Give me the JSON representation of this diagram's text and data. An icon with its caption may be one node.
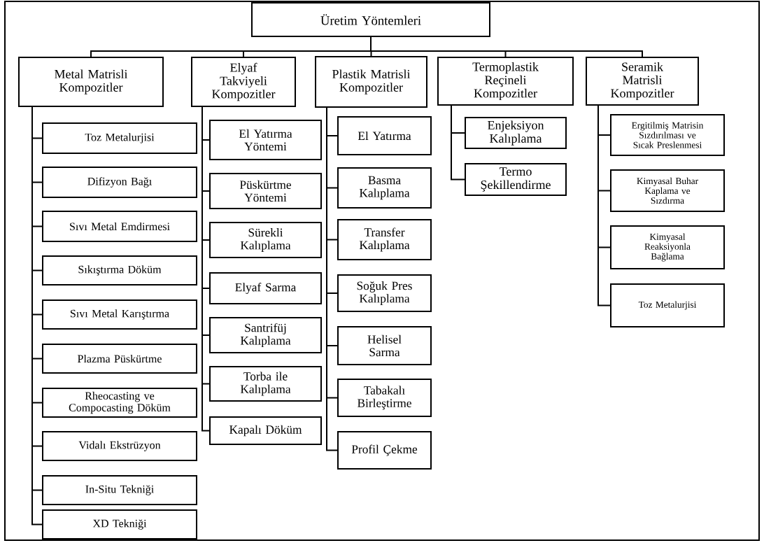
{
  "diagram": {
    "nodes": [
      {
        "text": [
          "Üretim Yöntemleri"
        ]
      },
      {
        "text": [
          "Metal Matrisli Kompozitler"
        ]
      },
      {
        "text": [
          "Elyaf Takviyeli Kompozitler"
        ]
      },
      {
        "text": [
          "Plastik Matrisli Kompozitler"
        ]
      },
      {
        "text": [
          "Termoplastik Reçineli Kompozitler"
        ]
      },
      {
        "text": [
          "Seramik Matrisli Kompozitler"
        ]
      },
      {
        "text": [
          "Toz Metalurjisi"
        ]
      },
      {
        "text": [
          "Difizyon Bağı"
        ]
      },
      {
        "text": [
          "Sıvı Metal Emdirmesi"
        ]
      },
      {
        "text": [
          "Sıkıştırma Döküm"
        ]
      },
      {
        "text": [
          "Sıvı Metal Karıştırma"
        ]
      },
      {
        "text": [
          "Plazma Püskürtme"
        ]
      },
      {
        "text": [
          "Rheocasting ve Compocasting Döküm"
        ]
      },
      {
        "text": [
          "Vidalı Ekstrüzyon"
        ]
      },
      {
        "text": [
          "In-Situ Tekniği"
        ]
      },
      {
        "text": [
          "XD Tekniği"
        ]
      },
      {
        "text": [
          "El Yatırma Yöntemi"
        ]
      },
      {
        "text": [
          "Püskürtme Yöntemi"
        ]
      },
      {
        "text": [
          "Sürekli Kalıplama"
        ]
      },
      {
        "text": [
          "Elyaf Sarma"
        ]
      },
      {
        "text": [
          "Santrifüj Kalıplama"
        ]
      },
      {
        "text": [
          "Torba ile Kalıplama"
        ]
      },
      {
        "text": [
          "Kapalı Döküm"
        ]
      },
      {
        "text": [
          "El Yatırma"
        ]
      },
      {
        "text": [
          "Basma Kalıplama"
        ]
      },
      {
        "text": [
          "Transfer Kalıplama"
        ]
      },
      {
        "text": [
          "Soğuk Pres Kalıplama"
        ]
      },
      {
        "text": [
          "Helisel Sarma"
        ]
      },
      {
        "text": [
          "Tabakalı Birleştirme"
        ]
      },
      {
        "text": [
          "Profil Çekme"
        ]
      },
      {
        "text": [
          "Enjeksiyon Kalıplama"
        ]
      },
      {
        "text": [
          "Termo Şekillendirme"
        ]
      },
      {
        "text": [
          "Ergitilmiş Matrisin Sızdırılması ve Sıcak Preslenmesi"
        ]
      },
      {
        "text": [
          "Kimyasal Buhar Kaplama ve Sızdırma"
        ]
      },
      {
        "text": [
          "Kimyasal Reaksiyonla Bağlama"
        ]
      },
      {
        "text": [
          "Toz Metalurjisi"
        ]
      }
    ],
    "edges": [
      {
        "from": 0,
        "to": 1,
        "arrow": "none"
      },
      {
        "from": 0,
        "to": 2,
        "arrow": "none"
      },
      {
        "from": 0,
        "to": 3,
        "arrow": "none"
      },
      {
        "from": 0,
        "to": 4,
        "arrow": "none"
      },
      {
        "from": 0,
        "to": 5,
        "arrow": "none"
      },
      {
        "from": 1,
        "to": 6,
        "arrow": "none"
      },
      {
        "from": 1,
        "to": 7,
        "arrow": "none"
      },
      {
        "from": 1,
        "to": 8,
        "arrow": "none"
      },
      {
        "from": 1,
        "to": 9,
        "arrow": "none"
      },
      {
        "from": 1,
        "to": 10,
        "arrow": "none"
      },
      {
        "from": 1,
        "to": 11,
        "arrow": "none"
      },
      {
        "from": 1,
        "to": 12,
        "arrow": "none"
      },
      {
        "from": 1,
        "to": 13,
        "arrow": "none"
      },
      {
        "from": 1,
        "to": 14,
        "arrow": "none"
      },
      {
        "from": 1,
        "to": 15,
        "arrow": "none"
      },
      {
        "from": 2,
        "to": 16,
        "arrow": "none"
      },
      {
        "from": 2,
        "to": 17,
        "arrow": "none"
      },
      {
        "from": 2,
        "to": 18,
        "arrow": "none"
      },
      {
        "from": 2,
        "to": 19,
        "arrow": "none"
      },
      {
        "from": 2,
        "to": 20,
        "arrow": "none"
      },
      {
        "from": 2,
        "to": 21,
        "arrow": "none"
      },
      {
        "from": 2,
        "to": 22,
        "arrow": "none"
      },
      {
        "from": 3,
        "to": 23,
        "arrow": "none"
      },
      {
        "from": 3,
        "to": 24,
        "arrow": "none"
      },
      {
        "from": 3,
        "to": 25,
        "arrow": "none"
      },
      {
        "from": 3,
        "to": 26,
        "arrow": "none"
      },
      {
        "from": 3,
        "to": 27,
        "arrow": "none"
      },
      {
        "from": 3,
        "to": 28,
        "arrow": "none"
      },
      {
        "from": 3,
        "to": 29,
        "arrow": "none"
      },
      {
        "from": 4,
        "to": 30,
        "arrow": "none"
      },
      {
        "from": 4,
        "to": 31,
        "arrow": "none"
      },
      {
        "from": 5,
        "to": 32,
        "arrow": "none"
      },
      {
        "from": 5,
        "to": 33,
        "arrow": "none"
      },
      {
        "from": 5,
        "to": 34,
        "arrow": "none"
      },
      {
        "from": 5,
        "to": 35,
        "arrow": "none"
      }
    ]
  }
}
